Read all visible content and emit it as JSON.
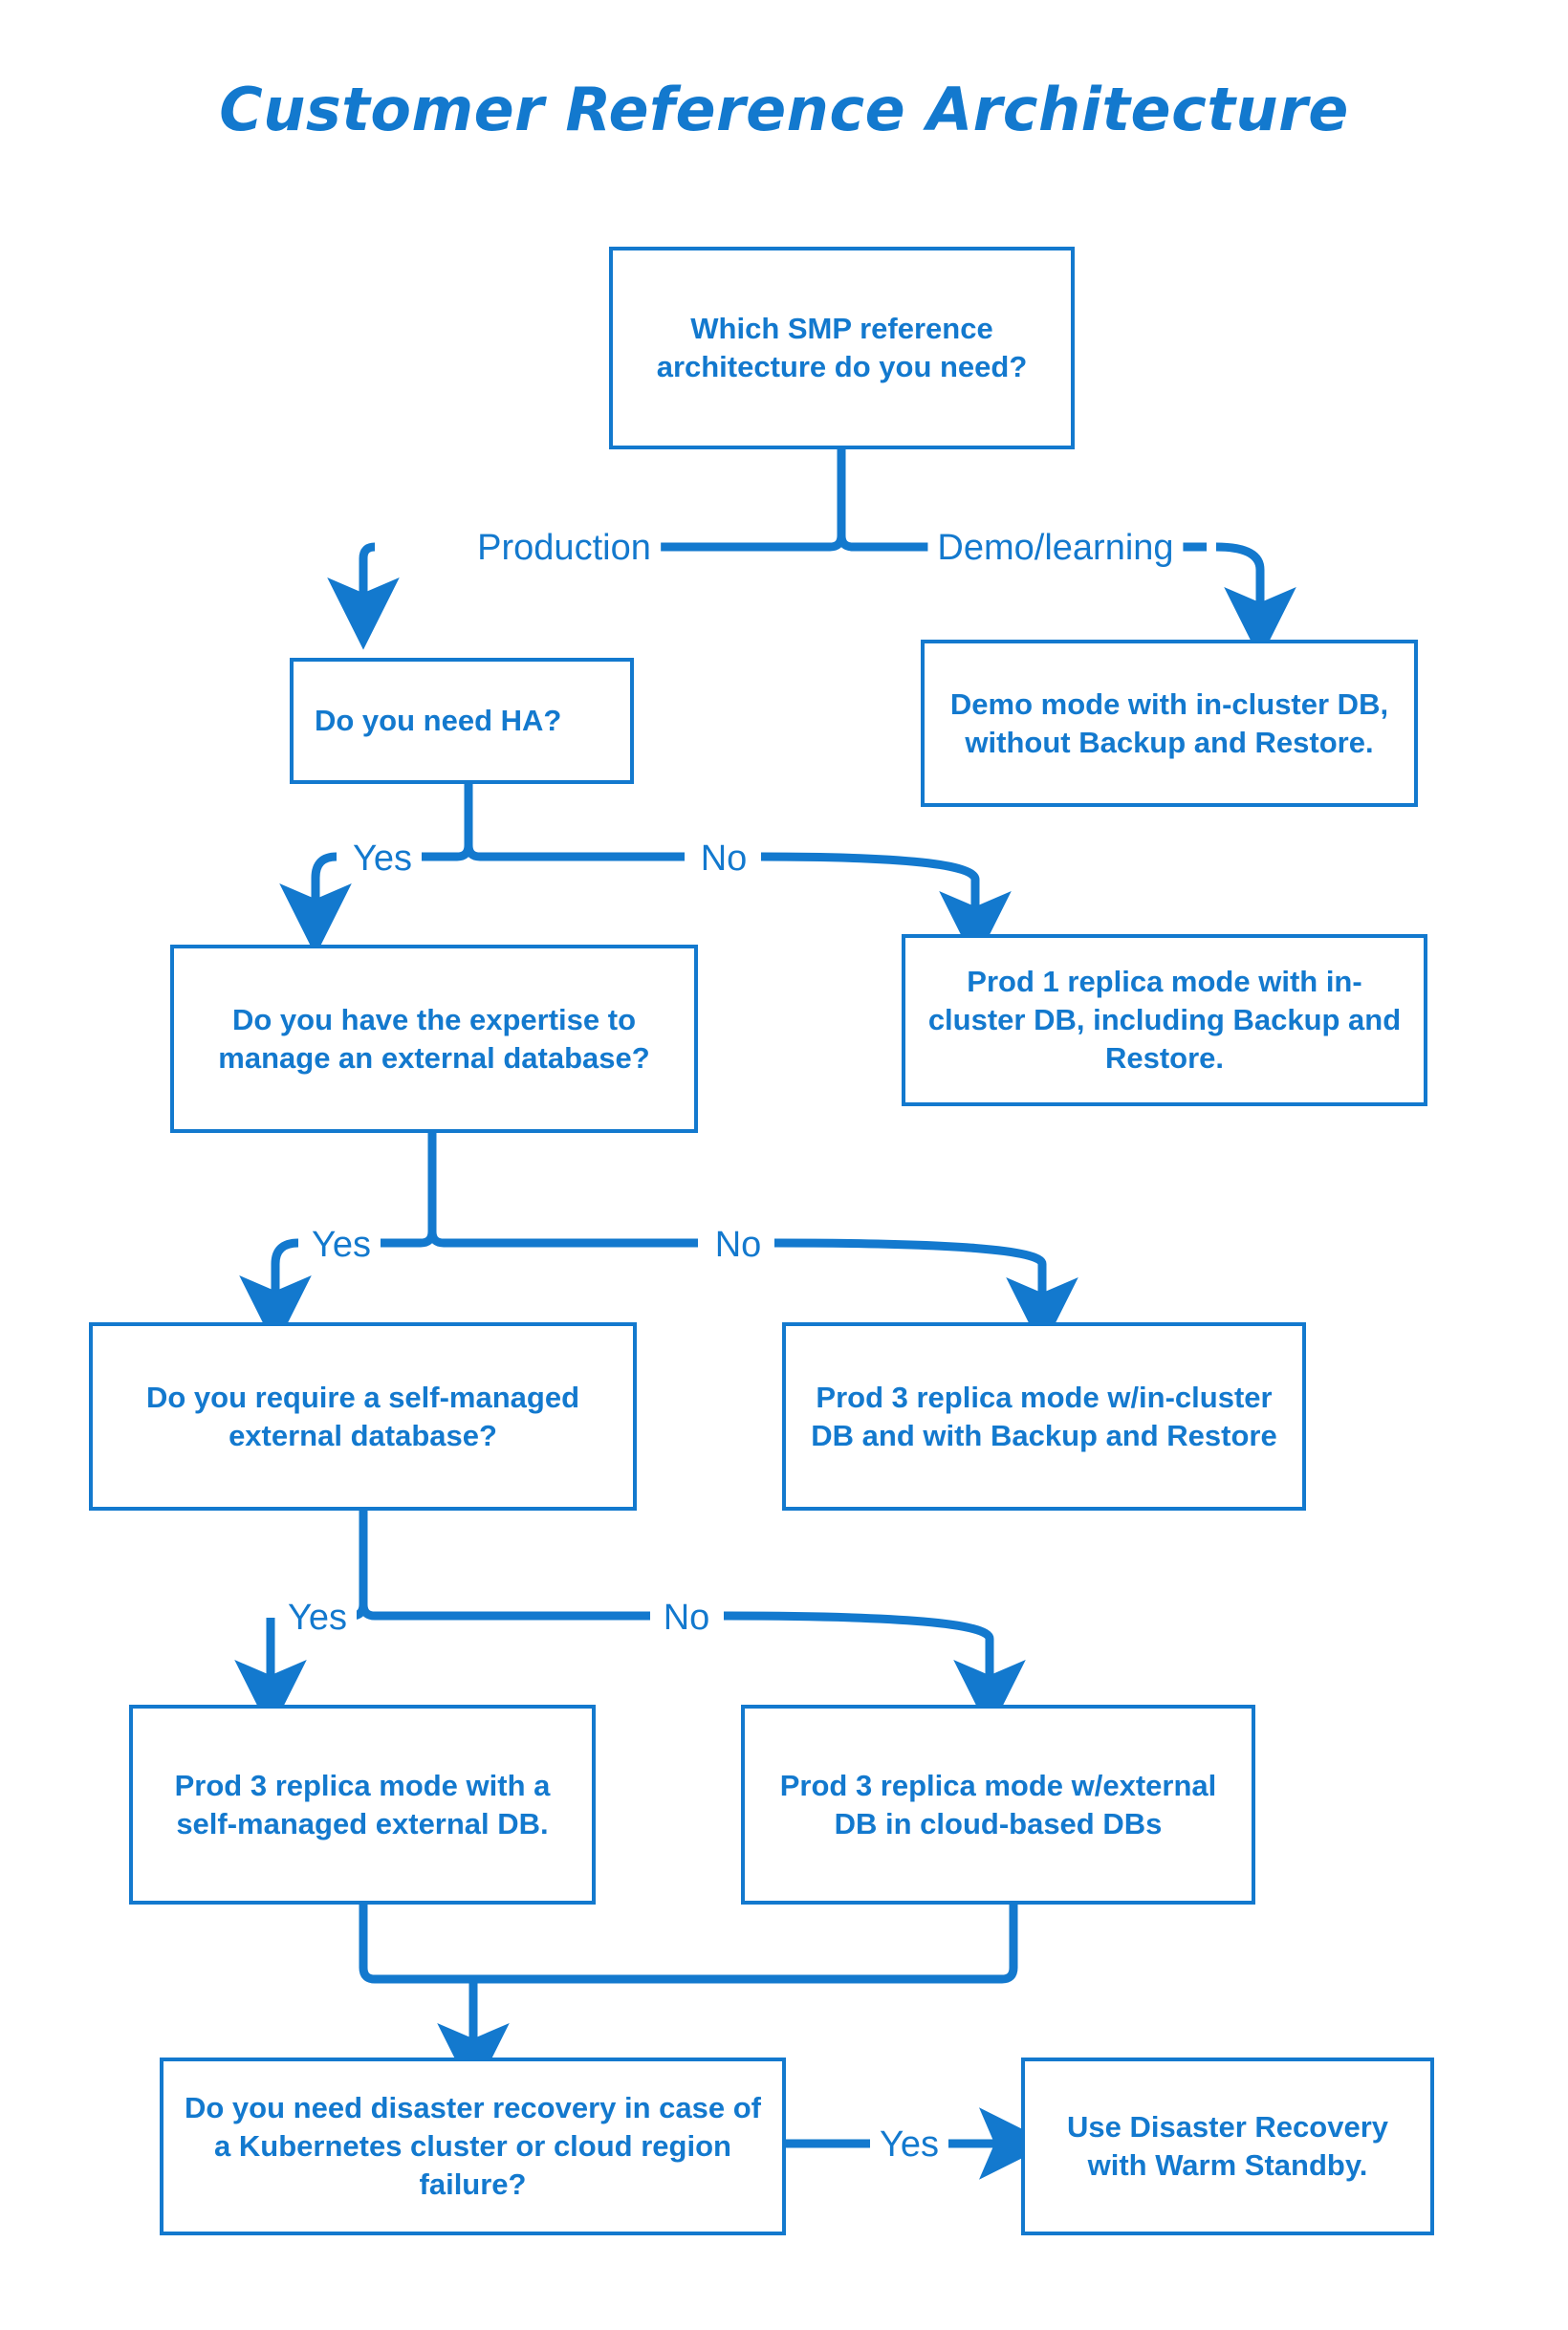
{
  "page": {
    "title": "Customer Reference Architecture",
    "accent_color": "#1379ce",
    "background_color": "#ffffff"
  },
  "nodes": {
    "q_root": "Which SMP reference architecture do you need?",
    "demo_result": "Demo mode with in-cluster DB, without Backup and Restore.",
    "q_ha": "Do you need HA?",
    "prod1_result": "Prod 1 replica mode with in-cluster DB, including Backup and Restore.",
    "q_expertise": "Do you have the expertise to manage an external database?",
    "prod3_incluster_result": "Prod 3 replica mode w/in-cluster DB and with Backup and Restore",
    "q_selfmanaged": "Do you require a self-managed external database?",
    "prod3_selfmanaged_result": "Prod 3 replica mode with a self-managed external DB.",
    "prod3_cloud_result": "Prod 3 replica mode w/external DB in cloud-based DBs",
    "q_dr": "Do you need disaster recovery in case of a Kubernetes cluster or cloud region failure?",
    "dr_result": "Use Disaster Recovery with Warm Standby."
  },
  "edge_labels": {
    "production": "Production",
    "demo_learning": "Demo/learning",
    "ha_yes": "Yes",
    "ha_no": "No",
    "expertise_yes": "Yes",
    "expertise_no": "No",
    "selfmanaged_yes": "Yes",
    "selfmanaged_no": "No",
    "dr_yes": "Yes"
  }
}
